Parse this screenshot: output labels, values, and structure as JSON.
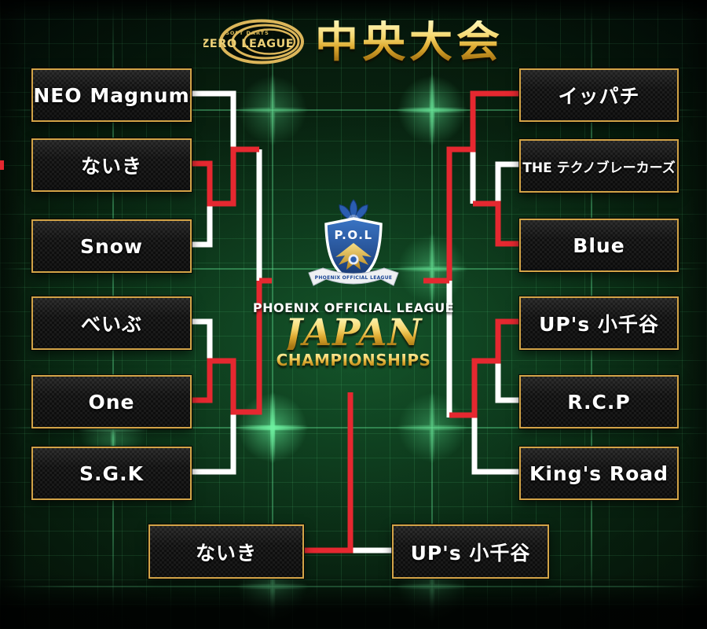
{
  "header": {
    "badge": {
      "soft_darts": "SOFT DARTS",
      "league": "ZERO LEAGUE"
    },
    "title": "中央大会"
  },
  "center_logo": {
    "initials": "P.O.L",
    "ribbon_text": "PHOENIX OFFICIAL LEAGUE",
    "league_text": "PHOENIX OFFICIAL LEAGUE",
    "title_text": "JAPAN",
    "subtitle_text": "CHAMPIONSHIPS"
  },
  "bracket": {
    "left_teams": [
      "NEO Magnum",
      "ないき",
      "Snow",
      "べいぶ",
      "One",
      "S.G.K"
    ],
    "right_teams": [
      "イッパチ",
      "THE テクノブレーカーズ",
      "Blue",
      "UP's 小千谷",
      "R.C.P",
      "King's Road"
    ],
    "finalists": {
      "left": "ないき",
      "right": "UP's 小千谷"
    }
  },
  "colors": {
    "advance_red": "#e52830",
    "neutral_white": "#ffffff",
    "frame_gold": "#d2a347",
    "title_gold": "#e8c253",
    "grid_green": "#2fbd6d",
    "emblem_blue": "#2a5db0"
  }
}
